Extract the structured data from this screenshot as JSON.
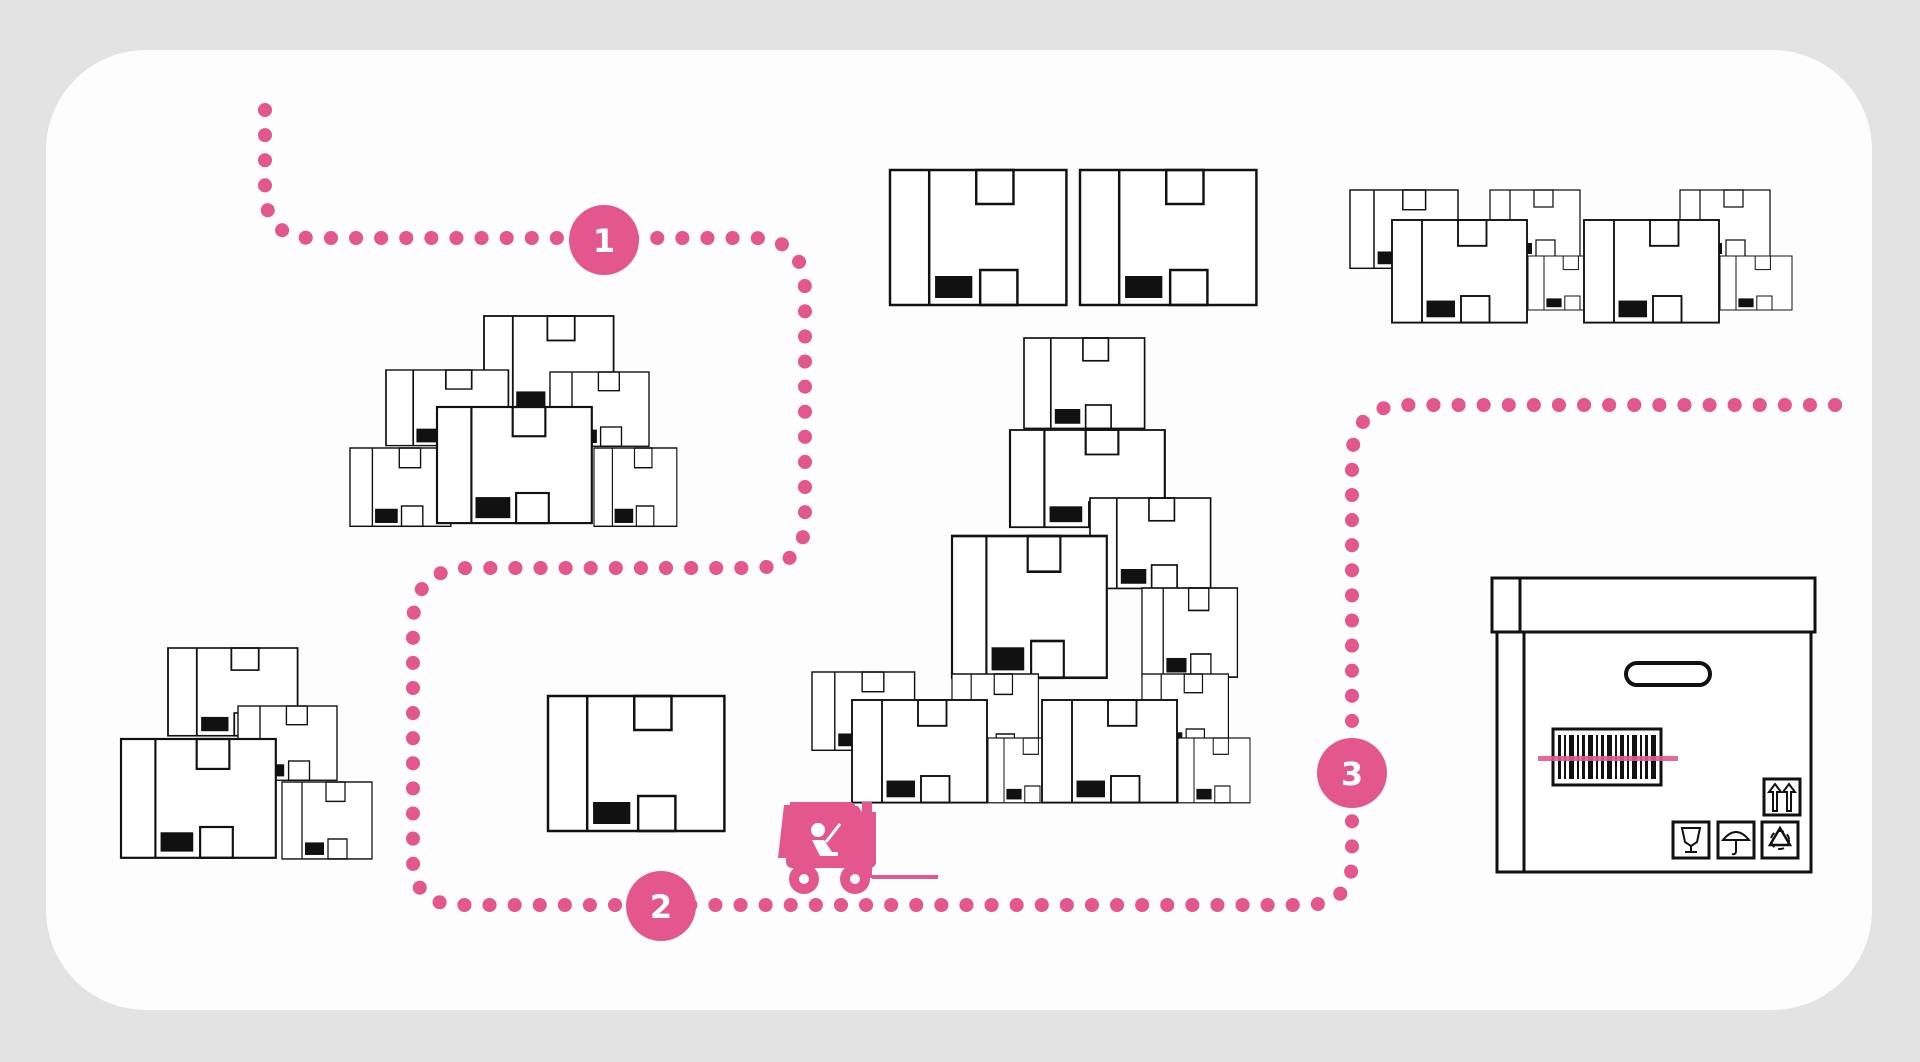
{
  "colors": {
    "page_background": "#e3e3e3",
    "card_background": "#fdfdfd",
    "accent": "#e3578e",
    "line": "#111111",
    "box_fill": "#ffffff"
  },
  "steps": [
    {
      "number": "1"
    },
    {
      "number": "2"
    },
    {
      "number": "3"
    }
  ],
  "icons": {
    "forklift": "forklift-icon",
    "barcode": "barcode-icon",
    "fragile": "fragile-glass-icon",
    "keep_dry": "umbrella-icon",
    "recycle": "recycle-icon",
    "this_side_up": "this-side-up-icon"
  }
}
